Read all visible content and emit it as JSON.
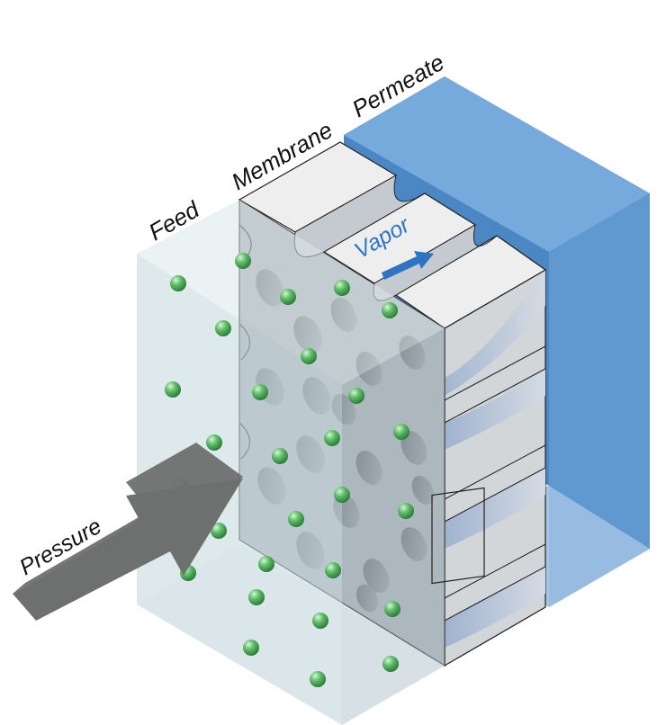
{
  "labels": {
    "feed": "Feed",
    "membrane": "Membrane",
    "permeate": "Permeate",
    "vapor": "Vapor",
    "pressure": "Pressure"
  },
  "colors": {
    "feed_front": "#c9dbe0",
    "feed_top": "#dbe7ea",
    "permeate_back": "#4b87c4",
    "permeate_side": "#6098d0",
    "permeate_bottom": "#9dbfe2",
    "membrane_face": "#a6adb4",
    "membrane_top": "#eeeeef",
    "pore": "#7e868f",
    "molecule": "#4fae5a",
    "vapor_arrow": "#2f74c0",
    "pressure_arrow": "#6e706f"
  },
  "icons": {
    "pressure": "arrow-right-up",
    "vapor": "arrow-right-up",
    "molecule": "green-sphere"
  }
}
